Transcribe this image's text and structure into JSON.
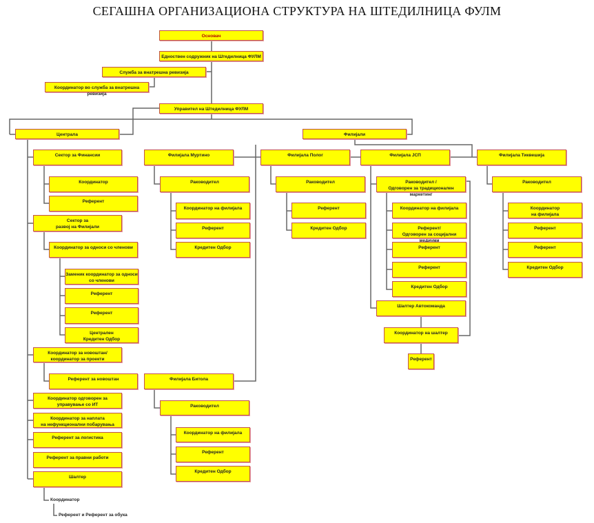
{
  "title": "СЕГАШНА ОРГАНИЗАЦИОНА СТРУКТУРА НА ШТЕДИЛНИЦА ФУЛМ",
  "top": {
    "founder": "Основач",
    "owner": "Едноствен содружник на Штедилница ФУЛМ",
    "audit": "Служба за внатрешна ревизија",
    "audit_coord": "Координатор во служба за внатрешна ревизија",
    "manager": "Управител на Штедилница ФУЛМ"
  },
  "central": {
    "label": "Централа",
    "finance": "Сектор за Финансии",
    "fin_coord": "Координатор",
    "fin_ref": "Референт",
    "dev": "Сектор за\nразвој на Филијали",
    "members_coord": "Координатор за односи со членови",
    "deputy": "Заменик координатор за односи\nсо членови",
    "ref1": "Референт",
    "ref2": "Референт",
    "central_credit": "Централен\nКредитен Одбор",
    "savings_coord": "Координатор за новоштан/\nкоординатор за проекти",
    "savings_ref": "Референт за новоштан",
    "it": "Координатор одговорен за\nуправување со ИТ",
    "collection": "Координатор за наплата\nна нефункционални побарувања",
    "logistics": "Референт за логистика",
    "legal": "Референт за правни работи",
    "counter": "Шалтер",
    "counter_coord": "Координатор",
    "counter_ref": "Референт и Референт за обука"
  },
  "branches": {
    "label": "Филијали",
    "murtino": {
      "name": "Филијала Муртино",
      "head": "Раководител",
      "items": [
        "Координатор на филијала",
        "Референт",
        "Кредитен Одбор"
      ]
    },
    "bitola": {
      "name": "Филијала Битола",
      "head": "Раководител",
      "items": [
        "Координатор на филијала",
        "Референт",
        "Кредитен Одбор"
      ]
    },
    "polog": {
      "name": "Филијала Полог",
      "head": "Раководител",
      "items": [
        "Референт",
        "Кредитен Одбор"
      ]
    },
    "jsp": {
      "name": "Филијала ЈСП",
      "head": "Раководител /\nОдговорен за традиционален маркетинг",
      "items": [
        "Координатор на филијала",
        "Референт/\nОдговорен за социјални медиуми",
        "Референт",
        "Референт",
        "Кредитен Одбор"
      ],
      "counter": "Шалтер Автокоманда",
      "counter_coord": "Координатор на шалтер",
      "counter_ref": "Референт"
    },
    "tikvesija": {
      "name": "Филијала Тиквешија",
      "head": "Раководител",
      "items": [
        "Координатор\nна филијала",
        "Референт",
        "Референт",
        "Кредитен Одбор"
      ]
    }
  }
}
